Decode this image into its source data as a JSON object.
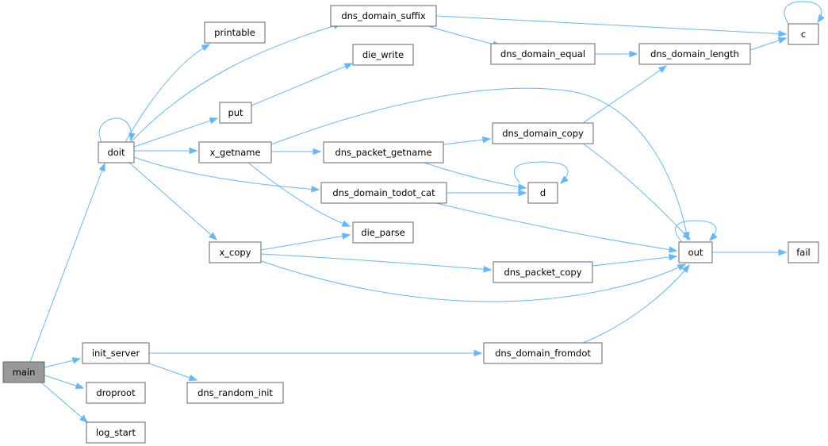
{
  "diagram": {
    "type": "call-graph",
    "colors": {
      "edge": "#63b8ff",
      "node_border": "#666666",
      "root_fill": "#999999",
      "node_fill": "#ffffff"
    },
    "nodes": [
      {
        "id": "main",
        "label": "main",
        "root": true
      },
      {
        "id": "doit",
        "label": "doit"
      },
      {
        "id": "init_server",
        "label": "init_server"
      },
      {
        "id": "droproot",
        "label": "droproot"
      },
      {
        "id": "log_start",
        "label": "log_start"
      },
      {
        "id": "printable",
        "label": "printable"
      },
      {
        "id": "put",
        "label": "put"
      },
      {
        "id": "x_getname",
        "label": "x_getname"
      },
      {
        "id": "x_copy",
        "label": "x_copy"
      },
      {
        "id": "dns_domain_suffix",
        "label": "dns_domain_suffix"
      },
      {
        "id": "die_write",
        "label": "die_write"
      },
      {
        "id": "dns_packet_getname",
        "label": "dns_packet_getname"
      },
      {
        "id": "dns_domain_todot_cat",
        "label": "dns_domain_todot_cat"
      },
      {
        "id": "die_parse",
        "label": "die_parse"
      },
      {
        "id": "dns_random_init",
        "label": "dns_random_init"
      },
      {
        "id": "dns_domain_equal",
        "label": "dns_domain_equal"
      },
      {
        "id": "dns_domain_copy",
        "label": "dns_domain_copy"
      },
      {
        "id": "dns_packet_copy",
        "label": "dns_packet_copy"
      },
      {
        "id": "dns_domain_fromdot",
        "label": "dns_domain_fromdot"
      },
      {
        "id": "dns_domain_length",
        "label": "dns_domain_length"
      },
      {
        "id": "d",
        "label": "d"
      },
      {
        "id": "out",
        "label": "out"
      },
      {
        "id": "c",
        "label": "c"
      },
      {
        "id": "fail",
        "label": "fail"
      }
    ],
    "edges": [
      [
        "main",
        "doit"
      ],
      [
        "main",
        "init_server"
      ],
      [
        "main",
        "droproot"
      ],
      [
        "main",
        "log_start"
      ],
      [
        "doit",
        "doit"
      ],
      [
        "doit",
        "printable"
      ],
      [
        "doit",
        "dns_domain_suffix"
      ],
      [
        "doit",
        "put"
      ],
      [
        "doit",
        "x_getname"
      ],
      [
        "doit",
        "dns_domain_todot_cat"
      ],
      [
        "doit",
        "x_copy"
      ],
      [
        "put",
        "die_write"
      ],
      [
        "x_getname",
        "out"
      ],
      [
        "x_getname",
        "dns_packet_getname"
      ],
      [
        "x_getname",
        "die_parse"
      ],
      [
        "x_copy",
        "die_parse"
      ],
      [
        "x_copy",
        "dns_packet_copy"
      ],
      [
        "x_copy",
        "out"
      ],
      [
        "dns_domain_suffix",
        "c"
      ],
      [
        "dns_domain_suffix",
        "dns_domain_equal"
      ],
      [
        "dns_domain_equal",
        "dns_domain_length"
      ],
      [
        "dns_domain_length",
        "c"
      ],
      [
        "c",
        "c"
      ],
      [
        "dns_packet_getname",
        "dns_domain_copy"
      ],
      [
        "dns_packet_getname",
        "d"
      ],
      [
        "dns_domain_copy",
        "dns_domain_length"
      ],
      [
        "dns_domain_copy",
        "out"
      ],
      [
        "dns_domain_todot_cat",
        "d"
      ],
      [
        "dns_domain_todot_cat",
        "out"
      ],
      [
        "d",
        "d"
      ],
      [
        "out",
        "out"
      ],
      [
        "out",
        "fail"
      ],
      [
        "dns_packet_copy",
        "out"
      ],
      [
        "init_server",
        "dns_domain_fromdot"
      ],
      [
        "init_server",
        "dns_random_init"
      ],
      [
        "dns_domain_fromdot",
        "out"
      ]
    ]
  }
}
